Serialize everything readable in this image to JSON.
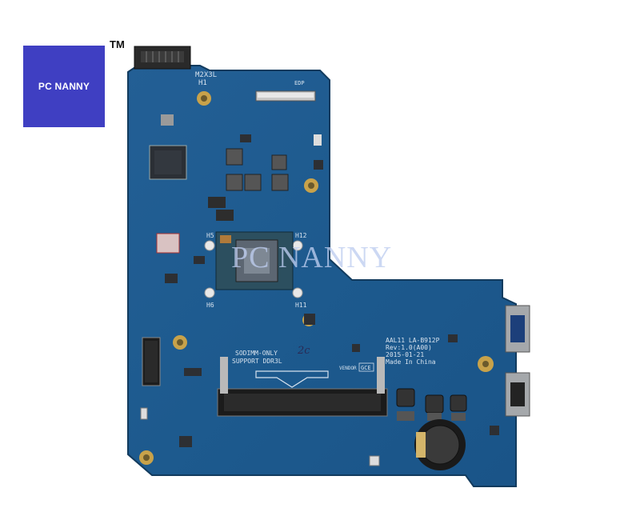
{
  "logo": {
    "text": "PC NANNY",
    "tm": "TM"
  },
  "watermark": "PC NANNY",
  "silkscreen": {
    "h1": "H1",
    "m2x3l": "M2X3L",
    "edp": "EDP",
    "h5": "H5",
    "h12": "H12",
    "h6": "H6",
    "h11": "H11",
    "model": "AAL11 LA-B912P",
    "rev": "Rev:1.0(A00)",
    "date": "2015-01-21",
    "made_in": "Made In China",
    "sodimm_only": "SODIMM-ONLY",
    "support": "SUPPORT DDR3L",
    "vendor": "VENDOR",
    "gce": "GCE",
    "handwritten": "2c"
  },
  "colors": {
    "board": "#1d5e93",
    "logo_bg": "#3f3fc2",
    "silk": "#d6e2ee"
  }
}
